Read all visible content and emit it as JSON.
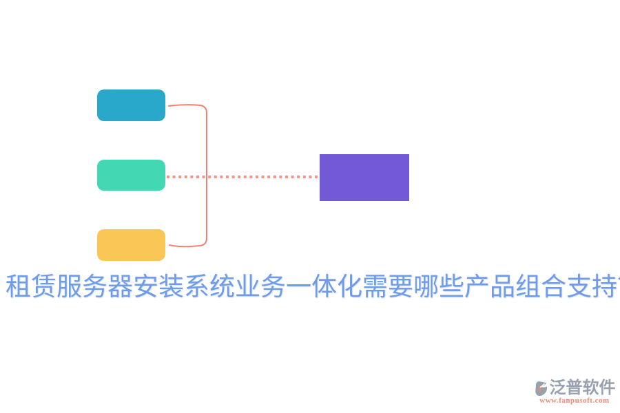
{
  "page": {
    "background": "#ffffff"
  },
  "title": {
    "text": "租赁服务器安装系统业务一体化需要哪些产品组合支持？",
    "color": "#6f9be8"
  },
  "diagram": {
    "nodes": {
      "top": {
        "name": "source-node-top",
        "color": "#29a8cc"
      },
      "middle": {
        "name": "source-node-middle",
        "color": "#44d7b4"
      },
      "bottom": {
        "name": "source-node-bottom",
        "color": "#fac655"
      },
      "result": {
        "name": "result-node",
        "color": "#7359d6"
      }
    },
    "connectors": {
      "bracket_color": "#ef8272",
      "dotted_color": "#f29788"
    }
  },
  "watermark": {
    "brand": "泛普软件",
    "brand_color": "#98a1af",
    "url": "www.fanpusoft.com",
    "url_color": "#ee8a72",
    "icon_body_color": "#98a1af",
    "icon_accent_color": "#ed8a70"
  }
}
